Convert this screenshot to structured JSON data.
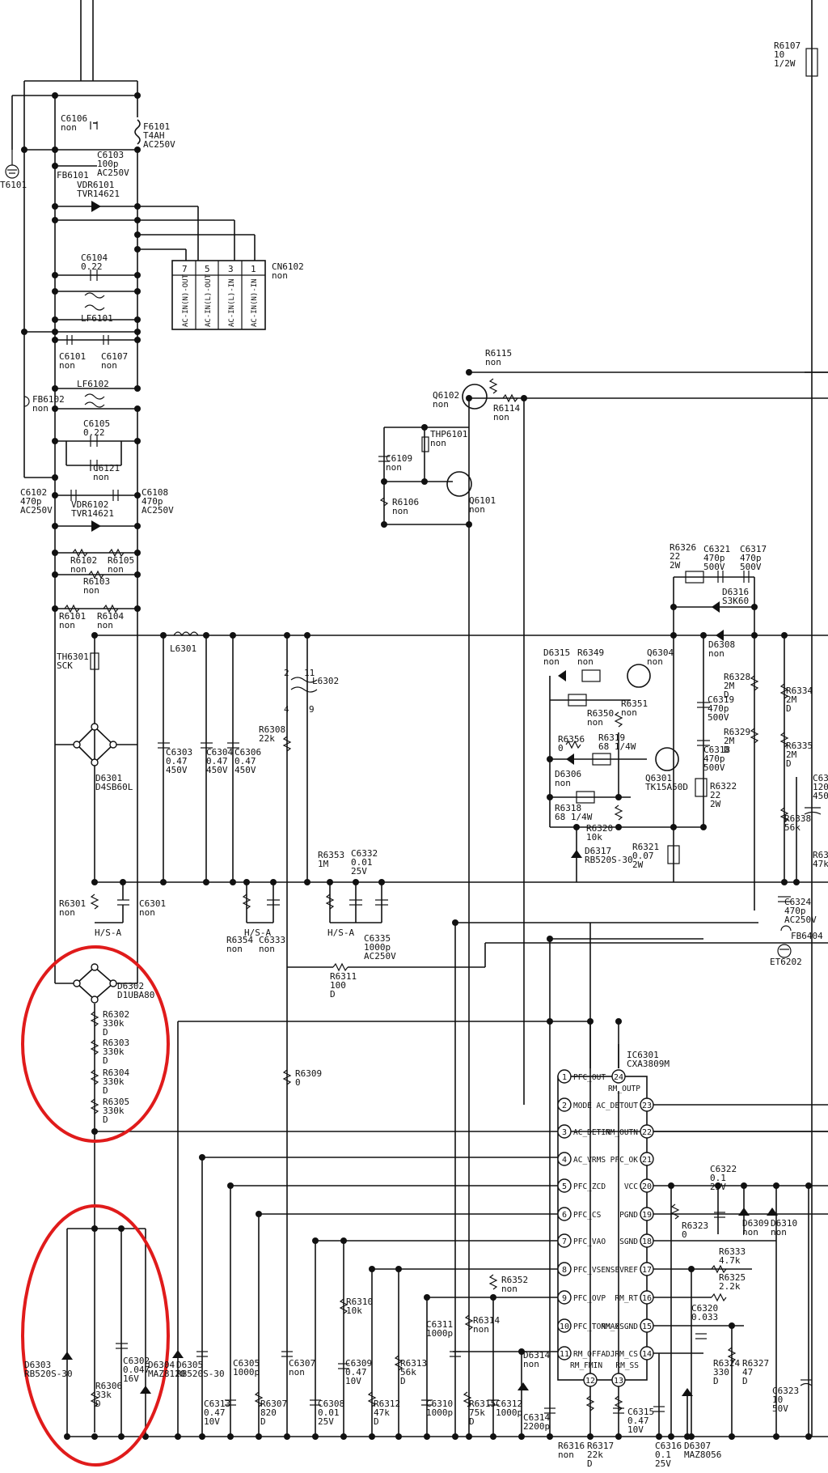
{
  "components": {
    "f6101": [
      "F6101",
      "T4AH",
      "AC250V"
    ],
    "c6106": [
      "C6106",
      "non"
    ],
    "c6103": [
      "C6103",
      "100p",
      "AC250V"
    ],
    "fb6101": "FB6101",
    "vdr6101": [
      "VDR6101",
      "TVR14621"
    ],
    "et6101": "T6101",
    "c6104": [
      "C6104",
      "0.22"
    ],
    "lf6101": "LF6101",
    "c6101": [
      "C6101",
      "non"
    ],
    "c6107": [
      "C6107",
      "non"
    ],
    "lf6102": "LF6102",
    "fb6102": [
      "FB6102",
      "non"
    ],
    "c6105": [
      "C6105",
      "0.22"
    ],
    "c6121": [
      "C6121",
      "non"
    ],
    "c6102": [
      "C6102",
      "470p",
      "AC250V"
    ],
    "vdr6102": [
      "VDR6102",
      "TVR14621"
    ],
    "c6108": [
      "C6108",
      "470p",
      "AC250V"
    ],
    "r6102": [
      "R6102",
      "non"
    ],
    "r6105": [
      "R6105",
      "non"
    ],
    "r6103": [
      "R6103",
      "non"
    ],
    "r6101": [
      "R6101",
      "non"
    ],
    "r6104": [
      "R6104",
      "non"
    ],
    "th6301": [
      "TH6301",
      "SCK"
    ],
    "d6301": [
      "D6301",
      "D4SB60L"
    ],
    "r6301": [
      "R6301",
      "non"
    ],
    "c6301": [
      "C6301",
      "non"
    ],
    "hsa1": "H/S-A",
    "d6302": [
      "D6302",
      "D1UBA80"
    ],
    "r6302": [
      "R6302",
      "330k",
      "D"
    ],
    "r6303": [
      "R6303",
      "330k",
      "D"
    ],
    "r6304": [
      "R6304",
      "330k",
      "D"
    ],
    "r6305": [
      "R6305",
      "330k",
      "D"
    ],
    "d6303": [
      "D6303",
      "RB520S-30"
    ],
    "r6306": [
      "R6306",
      "33k",
      "D"
    ],
    "c6302": [
      "C6302",
      "0.047",
      "16V"
    ],
    "d6304": [
      "D6304",
      "MAZ8120"
    ],
    "d6305": [
      "D6305",
      "RB520S-30"
    ],
    "l6301": "L6301",
    "c6303": [
      "C6303",
      "0.47",
      "450V"
    ],
    "c6304": [
      "C6304",
      "0.47",
      "450V"
    ],
    "c6306": [
      "C6306",
      "0.47",
      "450V"
    ],
    "r6308": [
      "R6308",
      "22k"
    ],
    "l6302": "L6302",
    "l6302_pins": [
      "2",
      "11",
      "4",
      "9"
    ],
    "r6354": [
      "R6354",
      "non"
    ],
    "c6333": [
      "C6333",
      "non"
    ],
    "hsa2": "H/S-A",
    "r6353": [
      "R6353",
      "1M"
    ],
    "c6332": [
      "C6332",
      "0.01",
      "25V"
    ],
    "hsa3": "H/S-A",
    "c6335": [
      "C6335",
      "1000p",
      "AC250V"
    ],
    "r6311": [
      "R6311",
      "100",
      "D"
    ],
    "r6309": [
      "R6309",
      "0"
    ],
    "c6305": [
      "C6305",
      "1000p"
    ],
    "c6313": [
      "C6313",
      "0.47",
      "10V"
    ],
    "r6307": [
      "R6307",
      "820",
      "D"
    ],
    "c6307": [
      "C6307",
      "non"
    ],
    "c6308": [
      "C6308",
      "0.01",
      "25V"
    ],
    "r6310": [
      "R6310",
      "10k"
    ],
    "c6309": [
      "C6309",
      "0.47",
      "10V"
    ],
    "r6312": [
      "R6312",
      "47k",
      "D"
    ],
    "r6313": [
      "R6313",
      "56k",
      "D"
    ],
    "c6311": [
      "C6311",
      "1000p"
    ],
    "c6310": [
      "C6310",
      "1000p"
    ],
    "r6314": [
      "R6314",
      "non"
    ],
    "r6352": [
      "R6352",
      "non"
    ],
    "r6315": [
      "R6315",
      "75k",
      "D"
    ],
    "c6312": [
      "C6312",
      "1000p"
    ],
    "d6314": [
      "D6314",
      "non"
    ],
    "c6314": [
      "C6314",
      "2200p"
    ],
    "r6316": [
      "R6316",
      "non"
    ],
    "r6317": [
      "R6317",
      "22k",
      "D"
    ],
    "c6315": [
      "C6315",
      "0.47",
      "10V"
    ],
    "c6316": [
      "C6316",
      "0.1",
      "25V"
    ],
    "d6307": [
      "D6307",
      "MAZ8056"
    ],
    "r6115": [
      "R6115",
      "non"
    ],
    "q6102": [
      "Q6102",
      "non"
    ],
    "r6114": [
      "R6114",
      "non"
    ],
    "thp6101": [
      "THP6101",
      "non"
    ],
    "c6109": [
      "C6109",
      "non"
    ],
    "r6106": [
      "R6106",
      "non"
    ],
    "q6101": [
      "Q6101",
      "non"
    ],
    "cn6102": [
      "CN6102",
      "non"
    ],
    "cn_pins": [
      "7",
      "5",
      "3",
      "1"
    ],
    "cn_labels": [
      "AC-IN(N)-OUT",
      "AC-IN(L)-OUT",
      "AC-IN(L)-IN",
      "AC-IN(N)-IN"
    ],
    "r6107": [
      "R6107",
      "10",
      "1/2W"
    ],
    "r6326": [
      "R6326",
      "22",
      "2W"
    ],
    "c6321": [
      "C6321",
      "470p",
      "500V"
    ],
    "c6317": [
      "C6317",
      "470p",
      "500V"
    ],
    "d6316": [
      "D6316",
      "S3K60"
    ],
    "d6308": [
      "D6308",
      "non"
    ],
    "d6315": [
      "D6315",
      "non"
    ],
    "r6349": [
      "R6349",
      "non"
    ],
    "q6304": [
      "Q6304",
      "non"
    ],
    "r6350": [
      "R6350",
      "non"
    ],
    "r6351": [
      "R6351",
      "non"
    ],
    "c6319": [
      "C6319",
      "470p",
      "500V"
    ],
    "r6328": [
      "R6328",
      "2M",
      "D"
    ],
    "r6329": [
      "R6329",
      "2M",
      "D"
    ],
    "r6334": [
      "R6334",
      "2M",
      "D"
    ],
    "r6335": [
      "R6335",
      "2M",
      "D"
    ],
    "r6356": [
      "R6356",
      "0"
    ],
    "r6319": [
      "R6319",
      "68 1/4W"
    ],
    "d6306": [
      "D6306",
      "non"
    ],
    "q6301": [
      "Q6301",
      "TK15A50D"
    ],
    "c6318": [
      "C6318",
      "470p",
      "500V"
    ],
    "r6322": [
      "R6322",
      "22",
      "2W"
    ],
    "r6318": [
      "R6318",
      "68 1/4W"
    ],
    "r6320": [
      "R6320",
      "10k"
    ],
    "d6317": [
      "D6317",
      "RB520S-30"
    ],
    "r6321": [
      "R6321",
      "0.07",
      "2W"
    ],
    "r6338": [
      "R6338",
      "56k"
    ],
    "c6324": [
      "C6324",
      "470p",
      "AC250V"
    ],
    "fb6404": "FB6404",
    "et6202": "ET6202",
    "c63xx": [
      "C63",
      "120",
      "450"
    ],
    "r63xx": [
      "R63",
      "47k"
    ],
    "ic6301": [
      "IC6301",
      "CXA3809M"
    ],
    "c6322": [
      "C6322",
      "0.1",
      "25V"
    ],
    "d6309": [
      "D6309",
      "non"
    ],
    "d6310": [
      "D6310",
      "non"
    ],
    "r6323": [
      "R6323",
      "0"
    ],
    "r6333": [
      "R6333",
      "4.7k"
    ],
    "r6325": [
      "R6325",
      "2.2k"
    ],
    "c6320": [
      "C6320",
      "0.033"
    ],
    "r6324": [
      "R6324",
      "330",
      "D"
    ],
    "r6327": [
      "R6327",
      "47",
      "D"
    ],
    "c6323": [
      "C6323",
      "10",
      "50V"
    ]
  },
  "ic": {
    "left_pins": [
      {
        "n": "1",
        "label": "PFC_OUT"
      },
      {
        "n": "2",
        "label": "MODE"
      },
      {
        "n": "3",
        "label": "AC_DETIN"
      },
      {
        "n": "4",
        "label": "AC_VRMS"
      },
      {
        "n": "5",
        "label": "PFC_ZCD"
      },
      {
        "n": "6",
        "label": "PFC_CS"
      },
      {
        "n": "7",
        "label": "PFC_VAO"
      },
      {
        "n": "8",
        "label": "PFC_VSENSE"
      },
      {
        "n": "9",
        "label": "PFC_OVP"
      },
      {
        "n": "10",
        "label": "PFC_TONMAX"
      },
      {
        "n": "11",
        "label": "RM_OFFADJ"
      },
      {
        "n": "12",
        "label": "RM_FMIN"
      }
    ],
    "right_pins": [
      {
        "n": "24",
        "label": "RM_OUTP"
      },
      {
        "n": "23",
        "label": "AC_DETOUT"
      },
      {
        "n": "22",
        "label": "RM_OUTN"
      },
      {
        "n": "21",
        "label": "PFC_OK"
      },
      {
        "n": "20",
        "label": "VCC"
      },
      {
        "n": "19",
        "label": "PGND"
      },
      {
        "n": "18",
        "label": "SGND"
      },
      {
        "n": "17",
        "label": "VREF"
      },
      {
        "n": "16",
        "label": "RM_RT"
      },
      {
        "n": "15",
        "label": "RM_CSGND"
      },
      {
        "n": "14",
        "label": "RM_CS"
      },
      {
        "n": "13",
        "label": "RM_SS"
      }
    ]
  },
  "colors": {
    "wire": "#111111",
    "highlight": "#e01b1b",
    "background": "#ffffff"
  }
}
